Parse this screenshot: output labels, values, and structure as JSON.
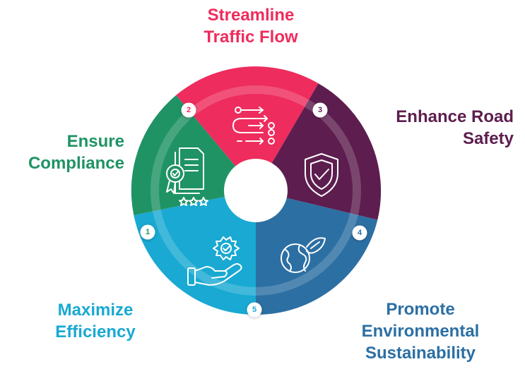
{
  "title": "",
  "colors": {
    "traffic": "#ee2c5d",
    "safety": "#5d1e4f",
    "sustainability": "#2c6fa3",
    "efficiency": "#19a9d2",
    "compliance": "#1f9364",
    "hub": "#ffffff",
    "badge": "#ffffff"
  },
  "segments": [
    {
      "id": "traffic",
      "number": "2",
      "label_lines": [
        "Streamline",
        "Traffic Flow"
      ],
      "color": "#ee2c5d",
      "icon": "traffic-flow-icon"
    },
    {
      "id": "safety",
      "number": "3",
      "label_lines": [
        "Enhance Road",
        "Safety"
      ],
      "color": "#5d1e4f",
      "icon": "shield-check-icon"
    },
    {
      "id": "sustainability",
      "number": "4",
      "label_lines": [
        "Promote",
        "Environmental",
        "Sustainability"
      ],
      "color": "#2c6fa3",
      "icon": "globe-leaf-icon"
    },
    {
      "id": "efficiency",
      "number": "5",
      "label_lines": [
        "Maximize",
        "Efficiency"
      ],
      "color": "#19a9d2",
      "icon": "hand-gear-icon"
    },
    {
      "id": "compliance",
      "number": "1",
      "label_lines": [
        "Ensure",
        "Compliance"
      ],
      "color": "#1f9364",
      "icon": "certificate-document-icon"
    }
  ]
}
